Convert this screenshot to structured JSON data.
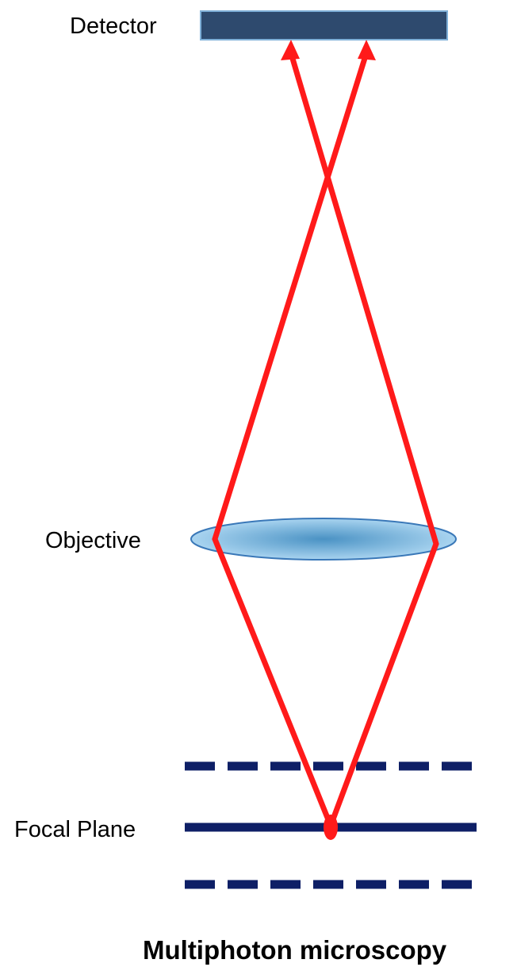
{
  "labels": {
    "detector": "Detector",
    "objective": "Objective",
    "focal_plane": "Focal Plane"
  },
  "caption": "Multiphoton microscopy",
  "colors": {
    "beam": "#ff1a1a",
    "detector_fill": "#2e4a6e",
    "detector_border": "#7fb0d8",
    "plane": "#0e1f66",
    "lens_center": "#4a92c4",
    "lens_edge": "#a9d4f0",
    "lens_border": "#3a78b8"
  }
}
